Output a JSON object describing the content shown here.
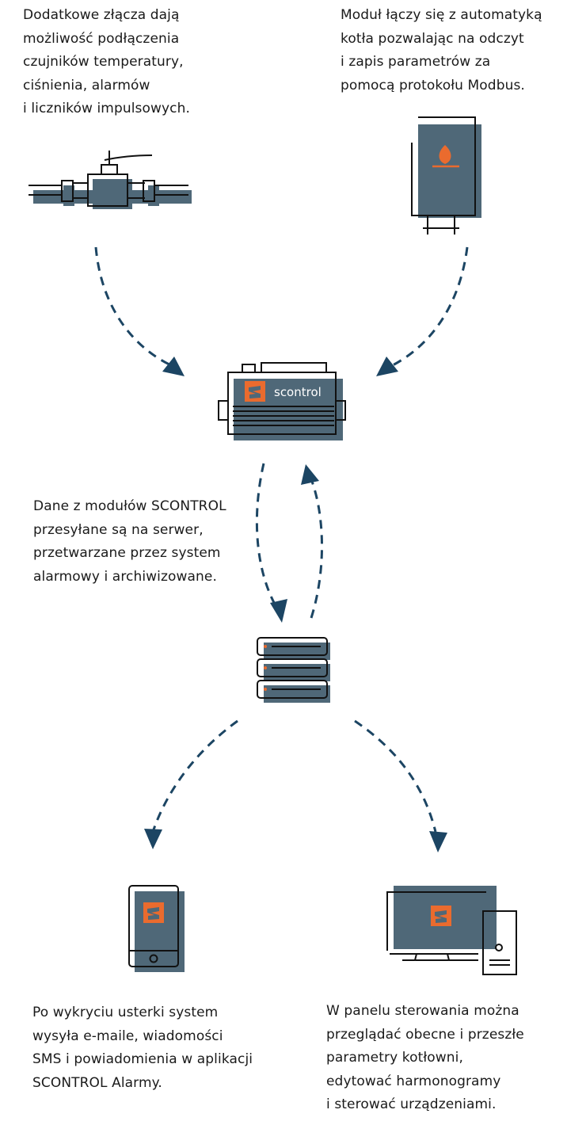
{
  "texts": {
    "sensors": "Dodatkowe złącza dają\nmożliwość podłączenia\nczujników temperatury,\nciśnienia, alarmów\ni liczników impulsowych.",
    "boiler": "Moduł łączy się z automatyką\nkotła pozwalając na odczyt\ni zapis parametrów za\npomocą protokołu Modbus.",
    "server": "Dane z modułów SCONTROL\nprzesyłane są na serwer,\nprzetwarzane przez system\nalarmowy i archiwizowane.",
    "alerts": "Po wykryciu usterki system\nwysyła  e-maile, wiadomości\nSMS i powiadomienia w aplikacji\nSCONTROL Alarmy.",
    "panel": "W panelu sterowania  można\nprzeglądać obecne i przeszłe\nparametry kotłowni,\nedytować harmonogramy\ni sterować urządzeniami."
  },
  "device": {
    "brand": "scontrol"
  },
  "icons": {
    "pipe": "pipe-sensor-icon",
    "boiler": "boiler-icon",
    "module": "scontrol-module-icon",
    "server": "server-icon",
    "phone": "smartphone-icon",
    "computer": "computer-icon"
  },
  "colors": {
    "slate": "#4f6878",
    "orange": "#ea6b2e",
    "arrow": "#1c4563",
    "line": "#111111"
  }
}
